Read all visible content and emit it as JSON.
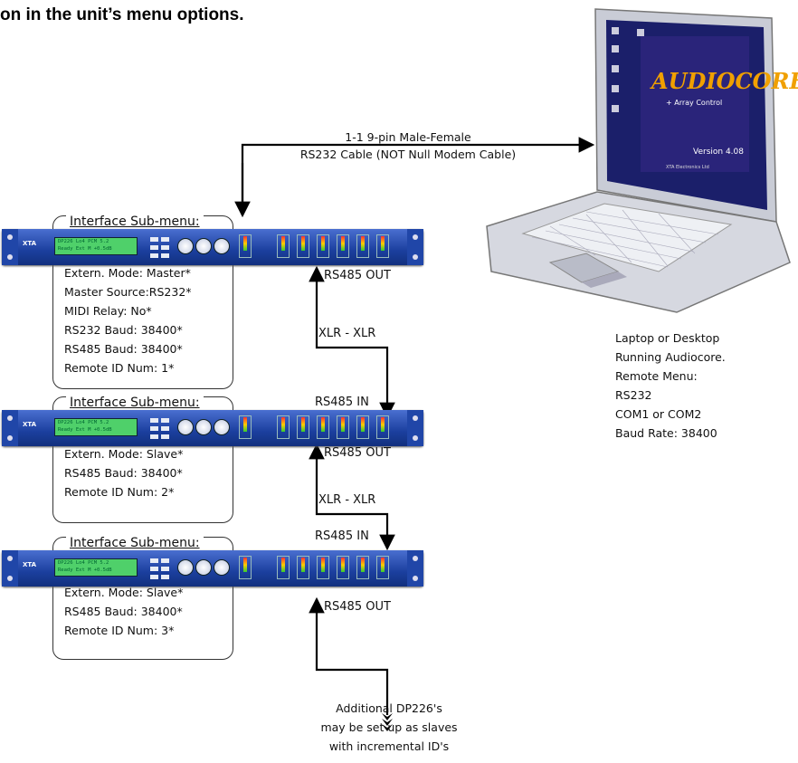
{
  "heading": "on in the unit’s menu options.",
  "cable_top": {
    "line1": "1-1 9-pin Male-Female",
    "line2": "RS232 Cable (NOT Null Modem Cable)"
  },
  "units": [
    {
      "menu_title": "Interface Sub-menu:",
      "menu_lines": [
        "Extern. Mode: Master*",
        "Master Source:RS232*",
        "MIDI Relay: No*",
        "RS232 Baud: 38400*",
        "RS485 Baud: 38400*",
        "Remote ID Num: 1*"
      ],
      "port_out": "RS485 OUT"
    },
    {
      "menu_title": "Interface Sub-menu:",
      "menu_lines": [
        "Extern. Mode: Slave*",
        "RS485 Baud: 38400*",
        "Remote ID Num: 2*"
      ],
      "port_in": "RS485 IN",
      "port_out": "RS485 OUT"
    },
    {
      "menu_title": "Interface Sub-menu:",
      "menu_lines": [
        "Extern. Mode: Slave*",
        "RS485 Baud: 38400*",
        "Remote ID Num: 3*"
      ],
      "port_in": "RS485 IN",
      "port_out": "RS485 OUT"
    }
  ],
  "links": [
    "XLR - XLR",
    "XLR - XLR"
  ],
  "laptop": {
    "screen_brand": "AUDIOCORE",
    "screen_sub": "+ Array Control",
    "screen_version": "Version 4.08",
    "screen_company": "XTA Electronics Ltd",
    "notes": [
      "Laptop or Desktop",
      "Running Audiocore.",
      "Remote Menu:",
      "RS232",
      "COM1 or COM2",
      "Baud Rate: 38400"
    ]
  },
  "rack_unit": {
    "logo": "XTA",
    "lcd_line1": "DP226 Lo4 PCM 5.2",
    "lcd_line2": "Ready Ext M  +0.5dB"
  },
  "footer_note": [
    "Additional DP226's",
    "may be set up as slaves",
    "with incremental ID's"
  ],
  "colors": {
    "rack_blue": "#1b3f9e",
    "lcd_green": "#4fd06a",
    "laptop_body": "#c9ccd6",
    "screen_bg": "#1b1f6a"
  }
}
